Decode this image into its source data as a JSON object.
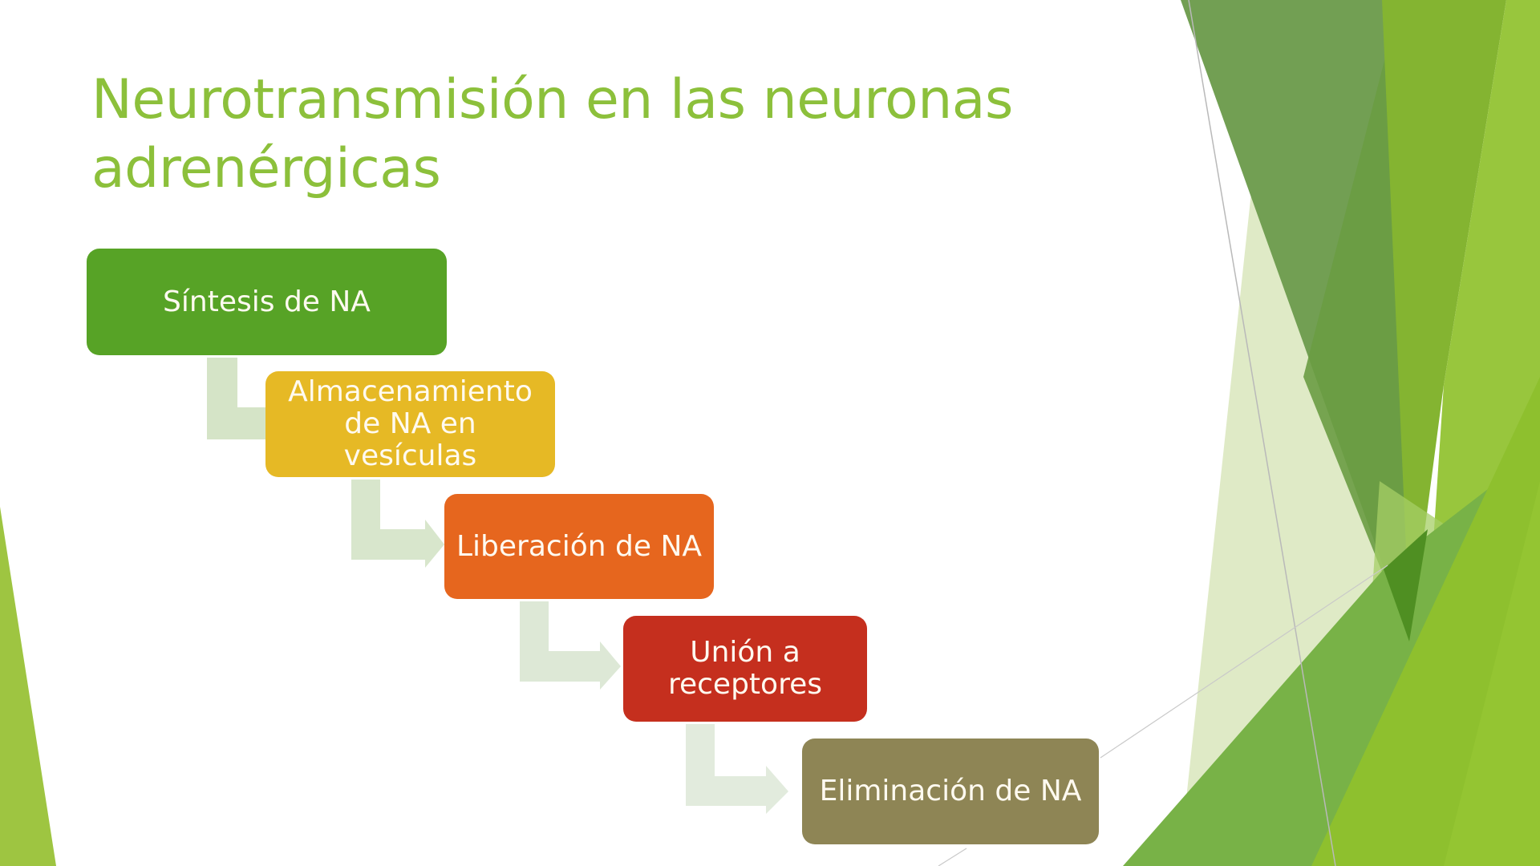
{
  "slide": {
    "title_line1": "Neurotransmisión en las neuronas",
    "title_line2": "adrenérgicas",
    "title_color": "#8cc03b"
  },
  "process": {
    "steps": [
      {
        "label": "Síntesis de NA",
        "color": "#57a326"
      },
      {
        "label": "Almacenamiento de NA en vesículas",
        "line1": "Almacenamiento",
        "line2": "de NA en vesículas",
        "color": "#e6b925"
      },
      {
        "label": "Liberación de NA",
        "color": "#e6661e"
      },
      {
        "label": "Unión a receptores",
        "line1": "Unión a",
        "line2": "receptores",
        "color": "#c52f1e"
      },
      {
        "label": "Eliminación de NA",
        "color": "#8e8555"
      }
    ],
    "connector_colors": [
      "#d5e4c7",
      "#d8e6cc",
      "#dde8d6",
      "#e2ebdd"
    ]
  }
}
